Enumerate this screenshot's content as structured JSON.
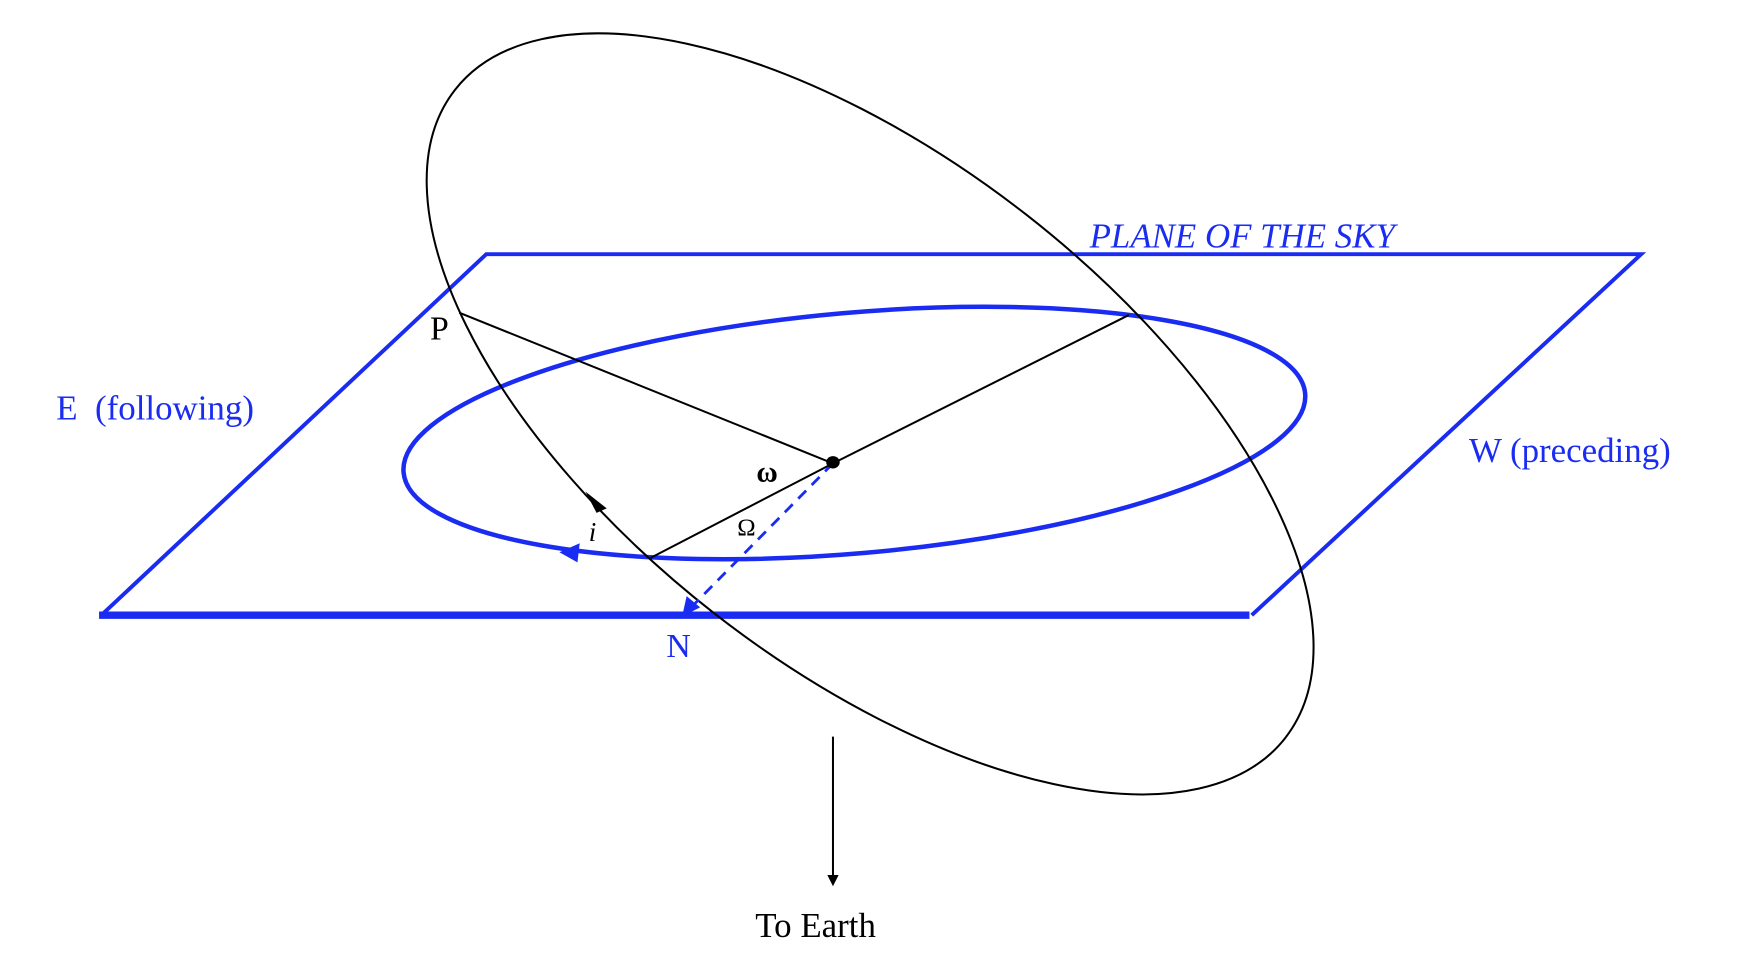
{
  "labels": {
    "plane": "PLANE OF THE SKY",
    "east": "E  (following)",
    "west": "W (preceding)",
    "periastron": "P",
    "node": "N",
    "omega_small": "ω",
    "omega_capital": "Ω",
    "inclination": "i",
    "to_earth": "To Earth"
  },
  "colors": {
    "sky_plane": "#1a2cf2",
    "orbit": "#000000"
  }
}
